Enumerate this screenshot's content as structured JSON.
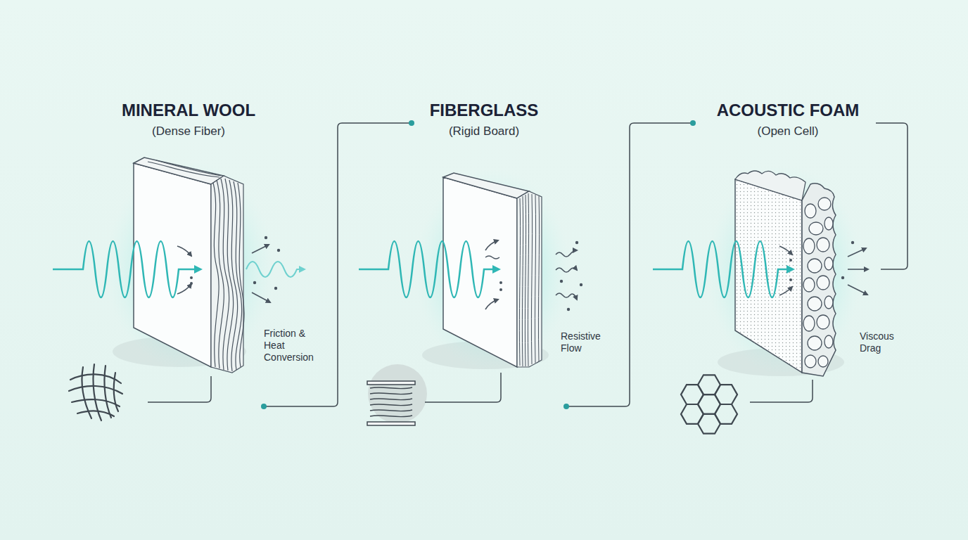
{
  "diagram": {
    "labels": [
      "MINERAL WOOL",
      "(Dense Fiber)",
      "Friction & Heat Conversion",
      "FIBERGLASS",
      "(Rigid Board)",
      "Resistive Flow",
      "ACOUSTIC FOAM",
      "(Open Cell)",
      "Viscous Drag"
    ]
  }
}
